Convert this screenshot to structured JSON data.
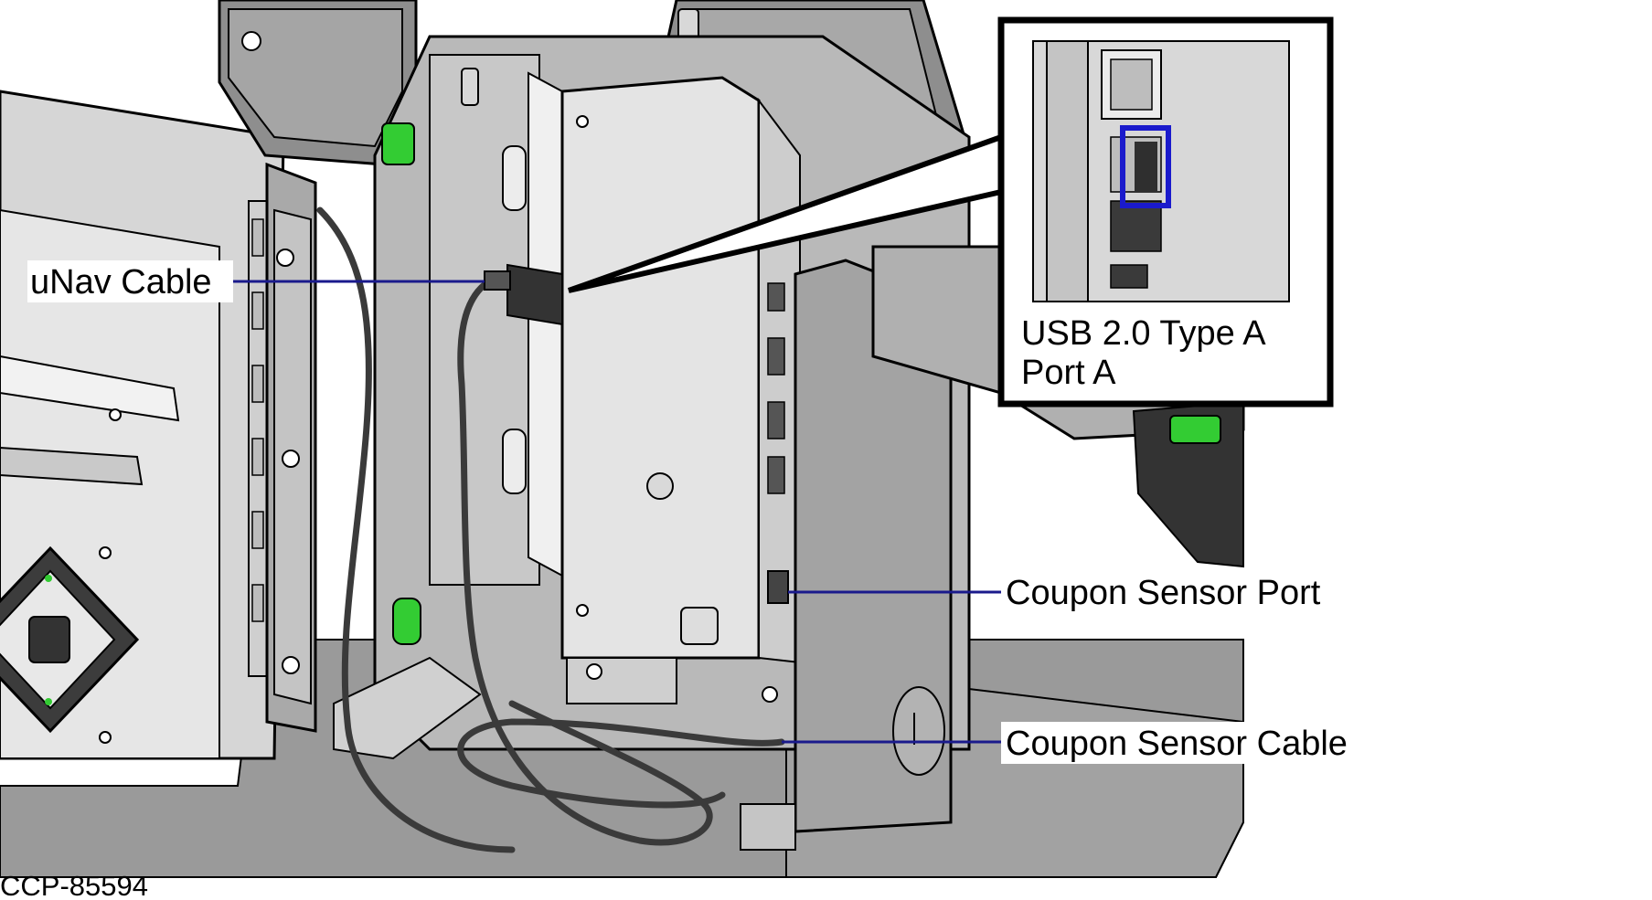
{
  "figure_id": "CCP-85594",
  "callouts": {
    "unav_cable": "uNav Cable",
    "coupon_sensor_port": "Coupon Sensor Port",
    "coupon_sensor_cable": "Coupon Sensor Cable"
  },
  "inset": {
    "line1": "USB 2.0 Type A",
    "line2": "Port A",
    "highlight_color": "#1a1acc"
  },
  "colors": {
    "leader_line": "#1a1a8c",
    "accent_green": "#33cc33",
    "metal_light": "#e2e2e2",
    "metal_mid": "#b5b5b5",
    "metal_dark": "#8f8f8f",
    "cable": "#3a3a3a"
  }
}
